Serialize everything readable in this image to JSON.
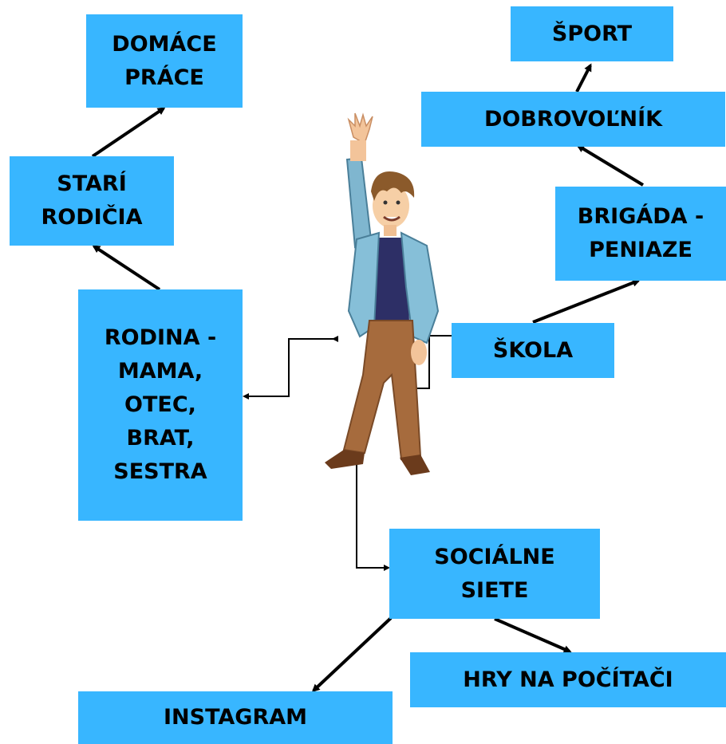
{
  "diagram": {
    "nodes": {
      "domace_prace": "DOMÁCE\nPRÁCE",
      "stari_rodicia": "STARÍ\nRODIČIA",
      "rodina": "RODINA -\nMAMA,\nOTEC,\nBRAT,\nSESTRA",
      "sport": "ŠPORT",
      "dobrovolnik": "DOBROVOĽNÍK",
      "brigada": "BRIGÁDA -\nPENIAZE",
      "skola": "ŠKOLA",
      "socialne_siete": "SOCIÁLNE\nSIETE",
      "hry": "HRY NA POČÍTAČI",
      "instagram": "INSTAGRAM"
    },
    "colors": {
      "box": "#38b6ff",
      "text": "#000000",
      "arrow": "#000000"
    },
    "center_figure": "waving-man-illustration"
  }
}
